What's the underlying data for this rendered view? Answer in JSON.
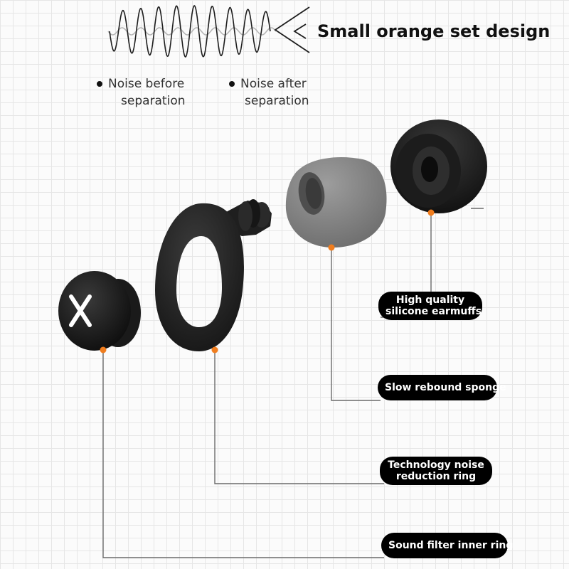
{
  "title": "Small orange set design",
  "legend": {
    "before": {
      "line1": "Noise before",
      "line2": "separation"
    },
    "after": {
      "line1": "Noise after",
      "line2": "separation"
    }
  },
  "labels": {
    "earmuffs": {
      "line1": "High quality",
      "line2": "silicone earmuffs"
    },
    "sponge": {
      "text": "Slow rebound sponge"
    },
    "ring": {
      "line1": "Technology noise",
      "line2": "reduction ring"
    },
    "filter": {
      "text": "Sound filter inner ring"
    }
  },
  "cap_symbol": "X",
  "colors": {
    "accent": "#f07d1e",
    "part_dark": "#2b2b2b",
    "sponge_gray": "#8a8a8a",
    "pill_bg": "#000000",
    "pill_text": "#ffffff"
  }
}
